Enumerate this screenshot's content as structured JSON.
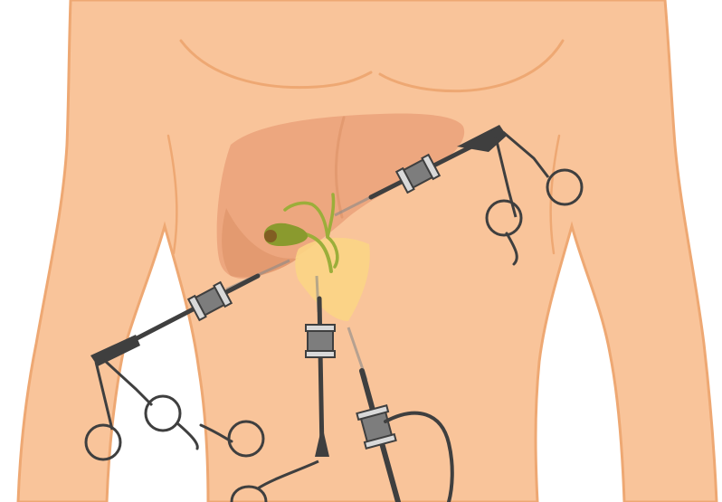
{
  "illustration": {
    "subject": "laparoscopic-cholecystectomy",
    "colors": {
      "skin": "#F9C49A",
      "skin_outline": "#EEA873",
      "liver": "#EDA77F",
      "liver_shade": "#E39A70",
      "gallbladder": "#8A9A2E",
      "gallbladder_dark": "#6E7A1F",
      "bile_duct": "#9BAE3A",
      "stomach_highlight": "#FBD684",
      "instrument_dark": "#3F3F3F",
      "instrument_shaft": "#8A8A8A",
      "trocar_light": "#D9D9D9",
      "background": "#FFFFFF"
    },
    "icons": [
      "abdomen",
      "liver",
      "gallbladder",
      "bile-duct",
      "grasper-instrument",
      "trocar-port",
      "laparoscope-camera"
    ]
  }
}
